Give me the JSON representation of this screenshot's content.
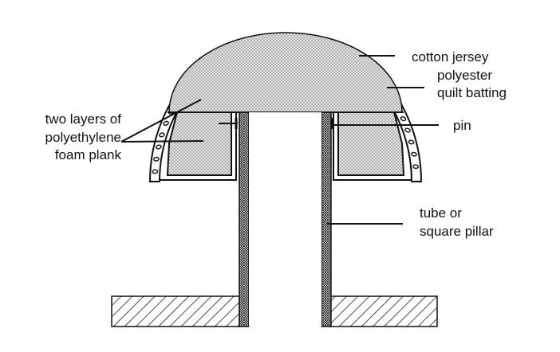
{
  "labels": {
    "cotton_jersey": "cotton jersey",
    "polyester_1": "polyester",
    "polyester_2": "quilt batting",
    "foam_1": "two layers of",
    "foam_2": "polyethylene",
    "foam_3": "foam plank",
    "pin": "pin",
    "tube_1": "tube or",
    "tube_2": "square pillar"
  }
}
